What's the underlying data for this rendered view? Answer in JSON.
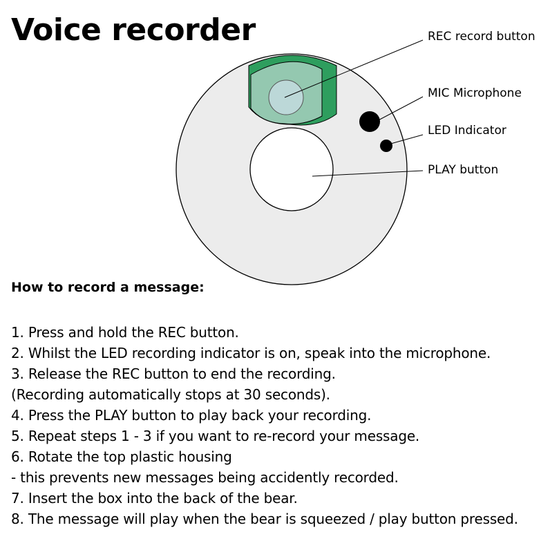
{
  "title": "Voice recorder",
  "labels": {
    "rec": "REC record button",
    "mic": "MIC Microphone",
    "led": "LED Indicator",
    "play": "PLAY button"
  },
  "colors": {
    "body": "#ececec",
    "housing_dark": "#2e9e5e",
    "housing_light": "#94c8b0",
    "rec_button": "#bcd8d8"
  },
  "instructions": {
    "heading": "How to record a message:",
    "steps": [
      "1. Press and hold the REC button.",
      "2. Whilst the LED recording indicator is on, speak into the microphone.",
      "3. Release the REC button to end the recording.",
      "(Recording automatically stops at 30 seconds).",
      "4. Press the PLAY button to play back your recording.",
      "5. Repeat steps 1 - 3 if you want to re-record your message.",
      "6. Rotate the top plastic housing",
      "- this prevents new messages being accidently recorded.",
      "7. Insert the box into the back of the bear.",
      "8. The message will play when the bear is squeezed / play button pressed."
    ]
  }
}
